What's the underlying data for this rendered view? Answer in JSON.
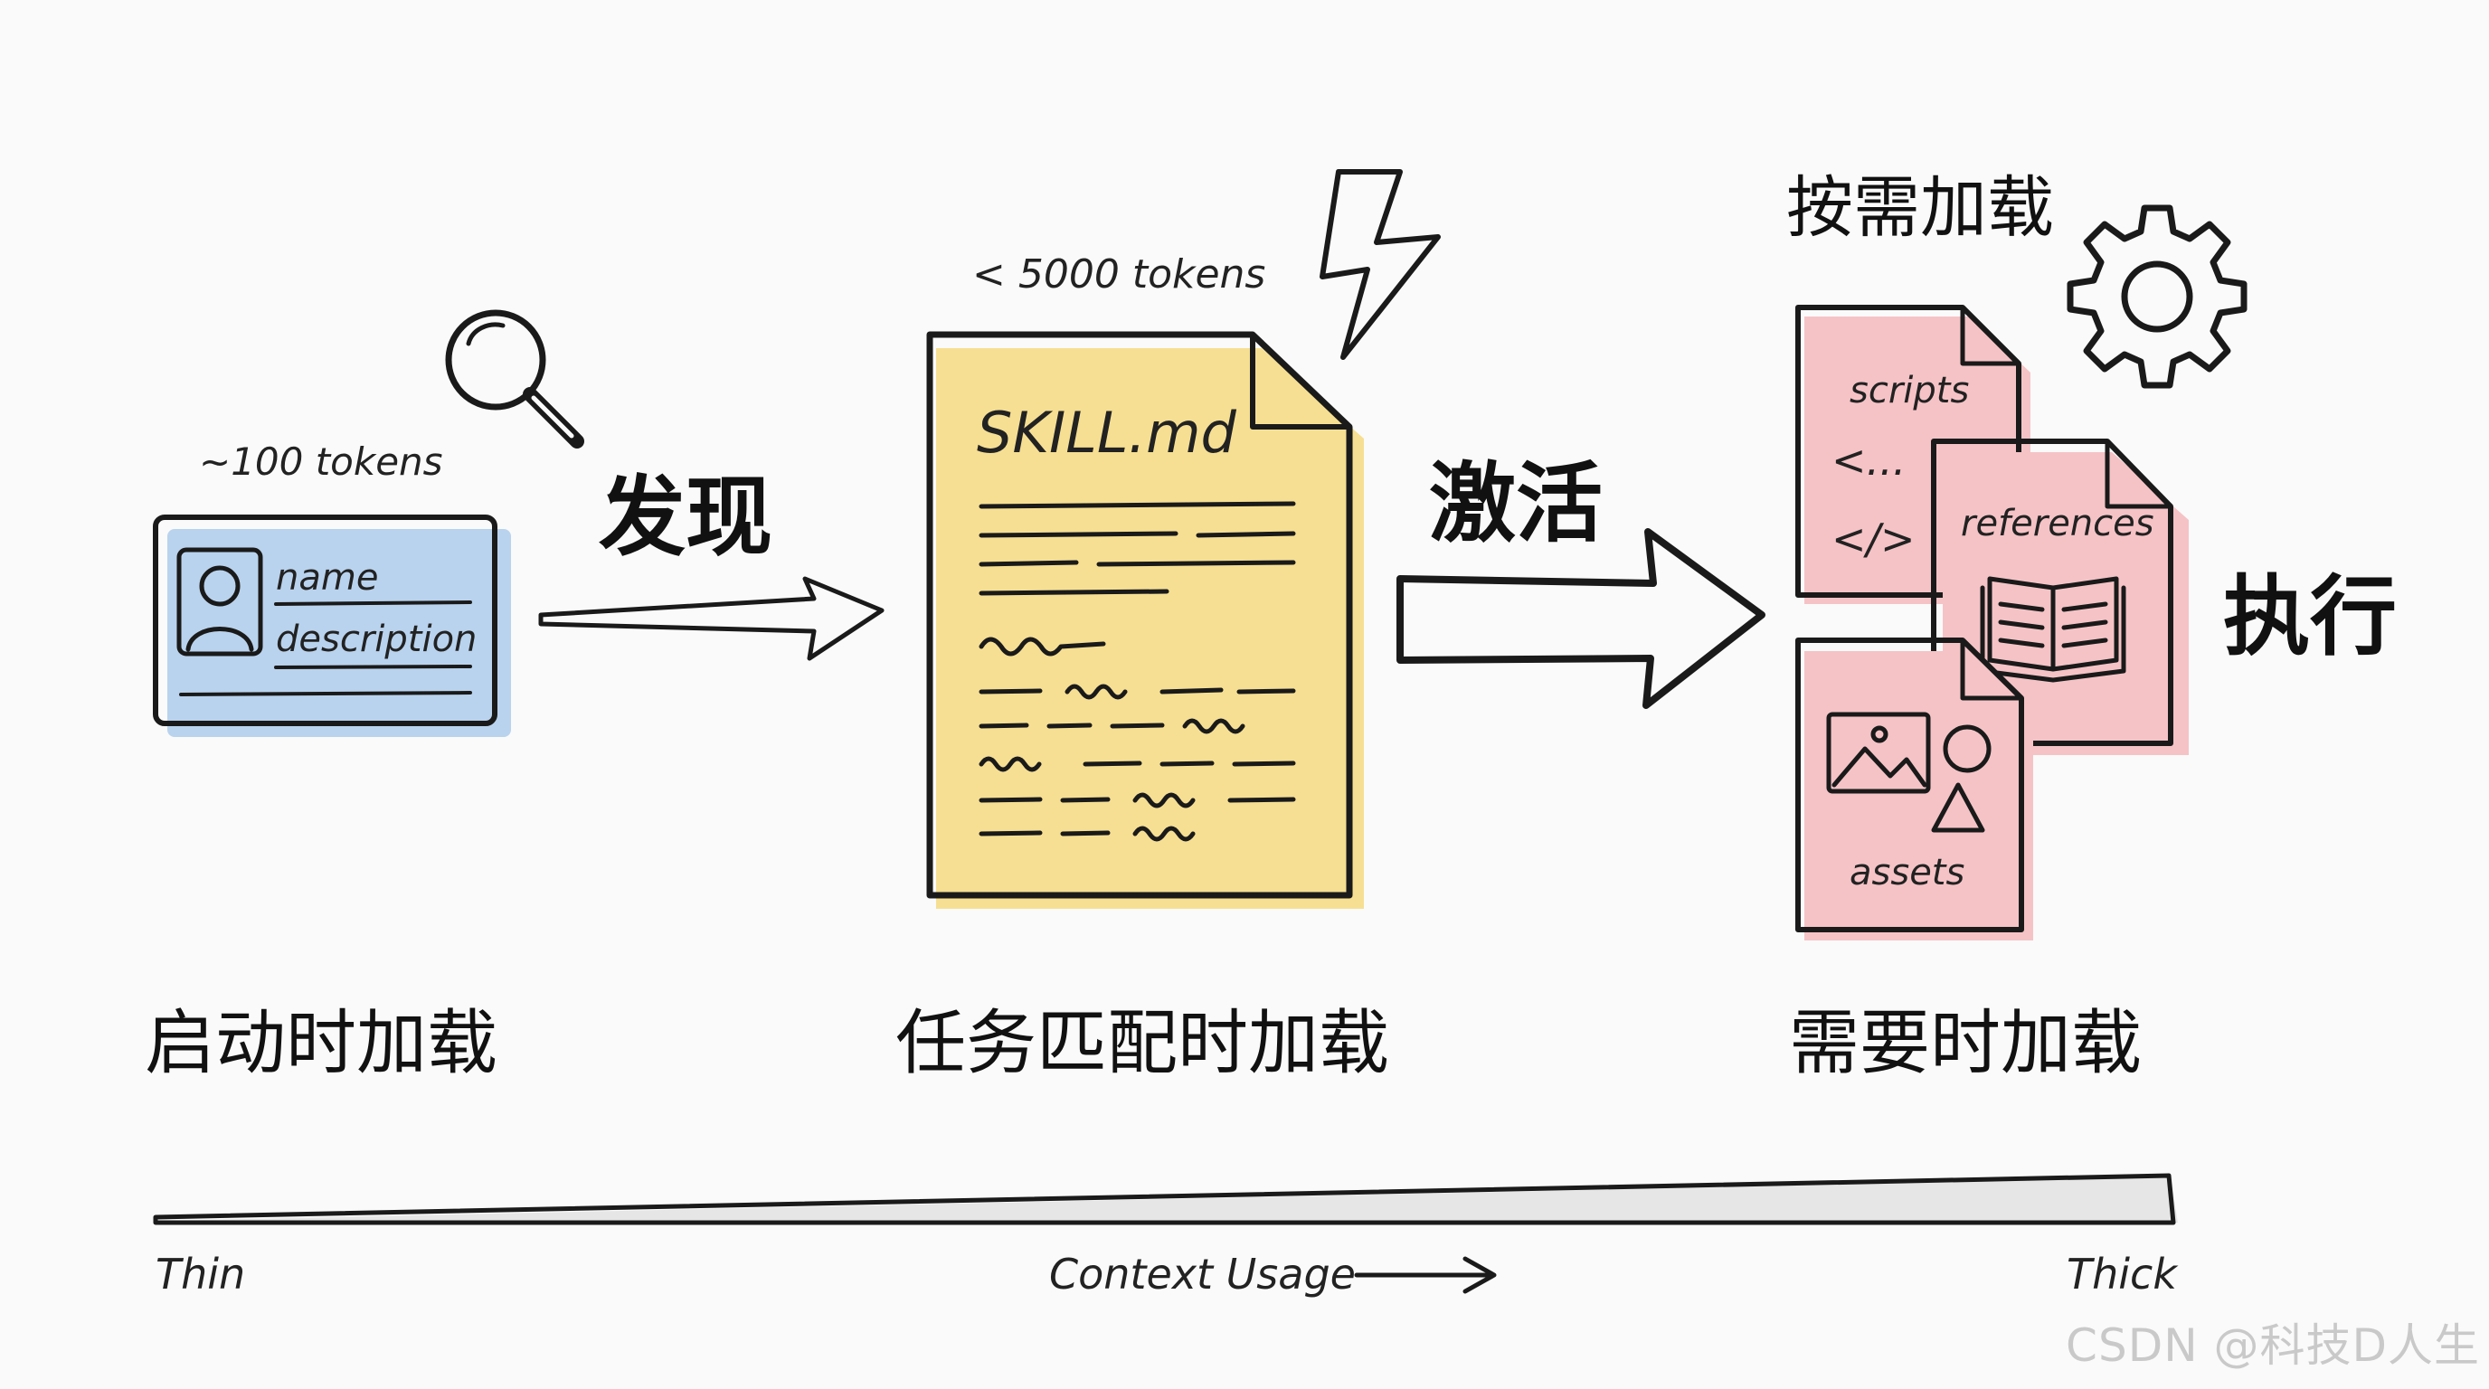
{
  "stages": [
    {
      "id": "startup",
      "token_note": "~100 tokens",
      "card_fields": [
        "name",
        "description"
      ],
      "caption": "启动时加载",
      "color": "#b9d3ee"
    },
    {
      "id": "task-match",
      "token_note": "< 5000 tokens",
      "doc_title": "SKILL.md",
      "caption": "任务匹配时加载",
      "color": "#f6df92"
    },
    {
      "id": "on-demand",
      "header": "按需加载",
      "resources": [
        "scripts",
        "references",
        "assets"
      ],
      "caption": "需要时加载",
      "color": "#f5c3c6"
    }
  ],
  "transitions": [
    {
      "from": "startup",
      "to": "task-match",
      "label": "发现",
      "icon": "magnifier-icon"
    },
    {
      "from": "task-match",
      "to": "on-demand",
      "label": "激活",
      "icon": "lightning-icon"
    },
    {
      "from": "on-demand",
      "to": "",
      "label": "执行",
      "icon": "gear-icon"
    }
  ],
  "scripts_code": [
    "<...",
    "</>"
  ],
  "context_bar": {
    "left_label": "Thin",
    "center_label": "Context Usage",
    "right_label": "Thick"
  },
  "watermark": "CSDN @科技D人生"
}
